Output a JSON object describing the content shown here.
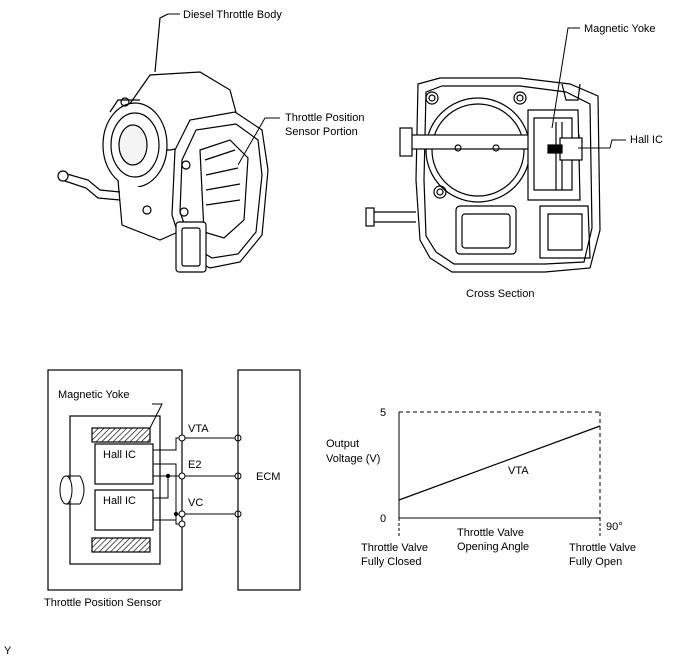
{
  "top": {
    "throttle_body_label": "Diesel Throttle Body",
    "tps_portion_line1": "Throttle Position",
    "tps_portion_line2": "Sensor Portion",
    "magnetic_yoke_label": "Magnetic Yoke",
    "hall_ic_label": "Hall IC",
    "cross_section_caption": "Cross Section"
  },
  "circuit": {
    "magnetic_yoke_label": "Magnetic Yoke",
    "hall_ic_1": "Hall IC",
    "hall_ic_2": "Hall IC",
    "vta": "VTA",
    "e2": "E2",
    "vc": "VC",
    "ecm": "ECM",
    "caption": "Throttle Position Sensor"
  },
  "graph": {
    "y_label_line1": "Output",
    "y_label_line2": "Voltage (V)",
    "y_max": "5",
    "y_min": "0",
    "line_label": "VTA",
    "x_label_line1": "Throttle Valve",
    "x_label_line2": "Opening Angle",
    "angle_90": "90°",
    "closed_line1": "Throttle Valve",
    "closed_line2": "Fully Closed",
    "open_line1": "Throttle Valve",
    "open_line2": "Fully Open"
  },
  "footer": {
    "corner_mark": "Y"
  }
}
